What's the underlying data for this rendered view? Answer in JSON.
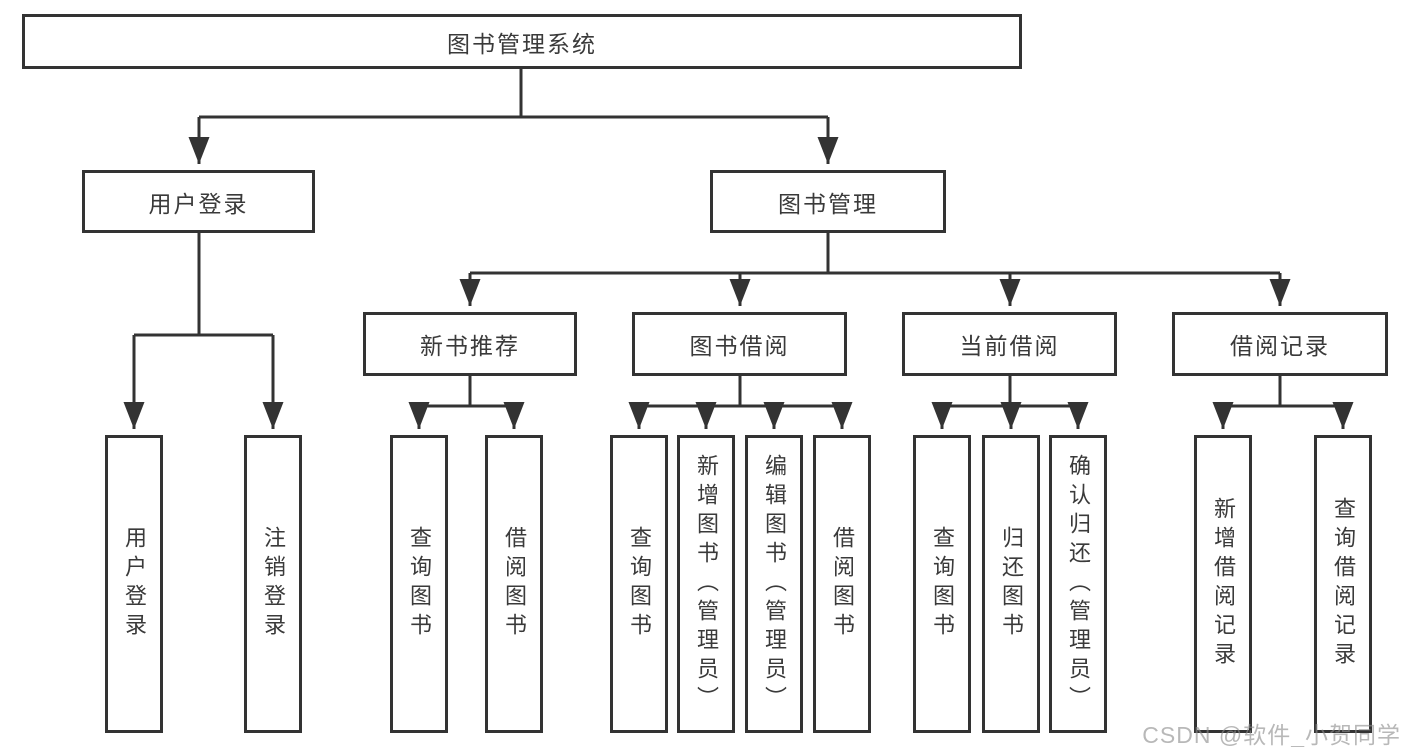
{
  "nodes": {
    "root": "图书管理系统",
    "userLogin": "用户登录",
    "bookMgmt": "图书管理",
    "newBook": "新书推荐",
    "bookBorrow": "图书借阅",
    "currentBorrow": "当前借阅",
    "borrowRecords": "借阅记录"
  },
  "leaves": {
    "userLogin": [
      "用户登录",
      "注销登录"
    ],
    "newBook": [
      "查询图书",
      "借阅图书"
    ],
    "bookBorrow": [
      "查询图书",
      "新增图书（管理员）",
      "编辑图书（管理员）",
      "借阅图书"
    ],
    "currentBorrow": [
      "查询图书",
      "归还图书",
      "确认归还（管理员）"
    ],
    "borrowRecords": [
      "新增借阅记录",
      "查询借阅记录"
    ]
  },
  "watermark": "CSDN @软件_小贺同学",
  "colors": {
    "line": "#333333",
    "text": "#3a3a3a",
    "watermark_gray": "#8c8c8c",
    "background": "#ffffff"
  }
}
